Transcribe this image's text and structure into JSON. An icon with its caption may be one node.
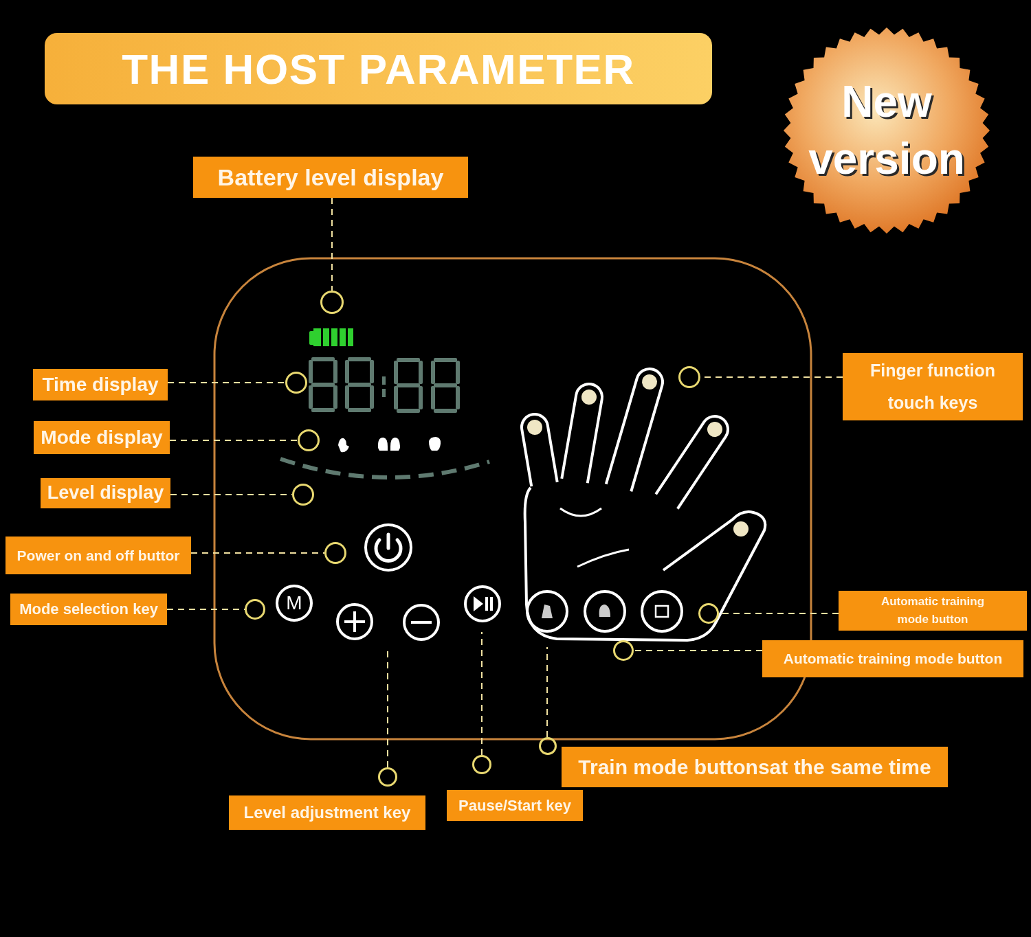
{
  "diagram": {
    "title": "THE HOST PARAMETER",
    "nodes": [
      {
        "text": [
          "New version"
        ]
      },
      {
        "text": [
          "Battery level display"
        ]
      },
      {
        "text": [],
        "shape": "circle"
      },
      {
        "text": [
          "Time display"
        ]
      },
      {
        "text": [],
        "shape": "circle"
      },
      {
        "text": [
          "Mode display"
        ]
      },
      {
        "text": [],
        "shape": "circle"
      },
      {
        "text": [
          "Level display"
        ]
      },
      {
        "text": [],
        "shape": "circle"
      },
      {
        "text": [
          "Power on and off buttor"
        ]
      },
      {
        "text": [],
        "shape": "circle"
      },
      {
        "text": [
          "Mode selection key"
        ]
      },
      {
        "text": [],
        "shape": "circle"
      },
      {
        "text": [
          "Finger function touch keys"
        ]
      },
      {
        "text": [],
        "shape": "circle"
      },
      {
        "text": [
          "Automatic training mode button"
        ]
      },
      {
        "text": [],
        "shape": "circle"
      },
      {
        "text": [
          "Automatic training mode button"
        ]
      },
      {
        "text": [],
        "shape": "circle"
      },
      {
        "text": [
          "Train mode buttonsat the same time"
        ]
      },
      {
        "text": [],
        "shape": "circle"
      },
      {
        "text": [
          "Level adjustment key"
        ]
      },
      {
        "text": [],
        "shape": "circle"
      },
      {
        "text": [
          "Pause/Start key"
        ]
      },
      {
        "text": [],
        "shape": "circle"
      }
    ],
    "edges": [
      {
        "from": 1,
        "to": 2,
        "arrow": "none",
        "style": "dashed"
      },
      {
        "from": 3,
        "to": 4,
        "arrow": "none",
        "style": "dashed"
      },
      {
        "from": 5,
        "to": 6,
        "arrow": "none",
        "style": "dashed"
      },
      {
        "from": 7,
        "to": 8,
        "arrow": "none",
        "style": "dashed"
      },
      {
        "from": 9,
        "to": 10,
        "arrow": "none",
        "style": "dashed"
      },
      {
        "from": 11,
        "to": 12,
        "arrow": "none",
        "style": "dashed"
      },
      {
        "from": 13,
        "to": 14,
        "arrow": "none",
        "style": "dashed"
      },
      {
        "from": 15,
        "to": 16,
        "arrow": "none",
        "style": "dashed"
      },
      {
        "from": 17,
        "to": 18,
        "arrow": "none",
        "style": "dashed"
      },
      {
        "from": 20,
        "to": null,
        "arrow": "none",
        "style": "dashed"
      },
      {
        "from": 22,
        "to": null,
        "arrow": "none",
        "style": "dashed"
      },
      {
        "from": 24,
        "to": null,
        "arrow": "none",
        "style": "dashed"
      }
    ],
    "labels": [
      "M"
    ]
  }
}
